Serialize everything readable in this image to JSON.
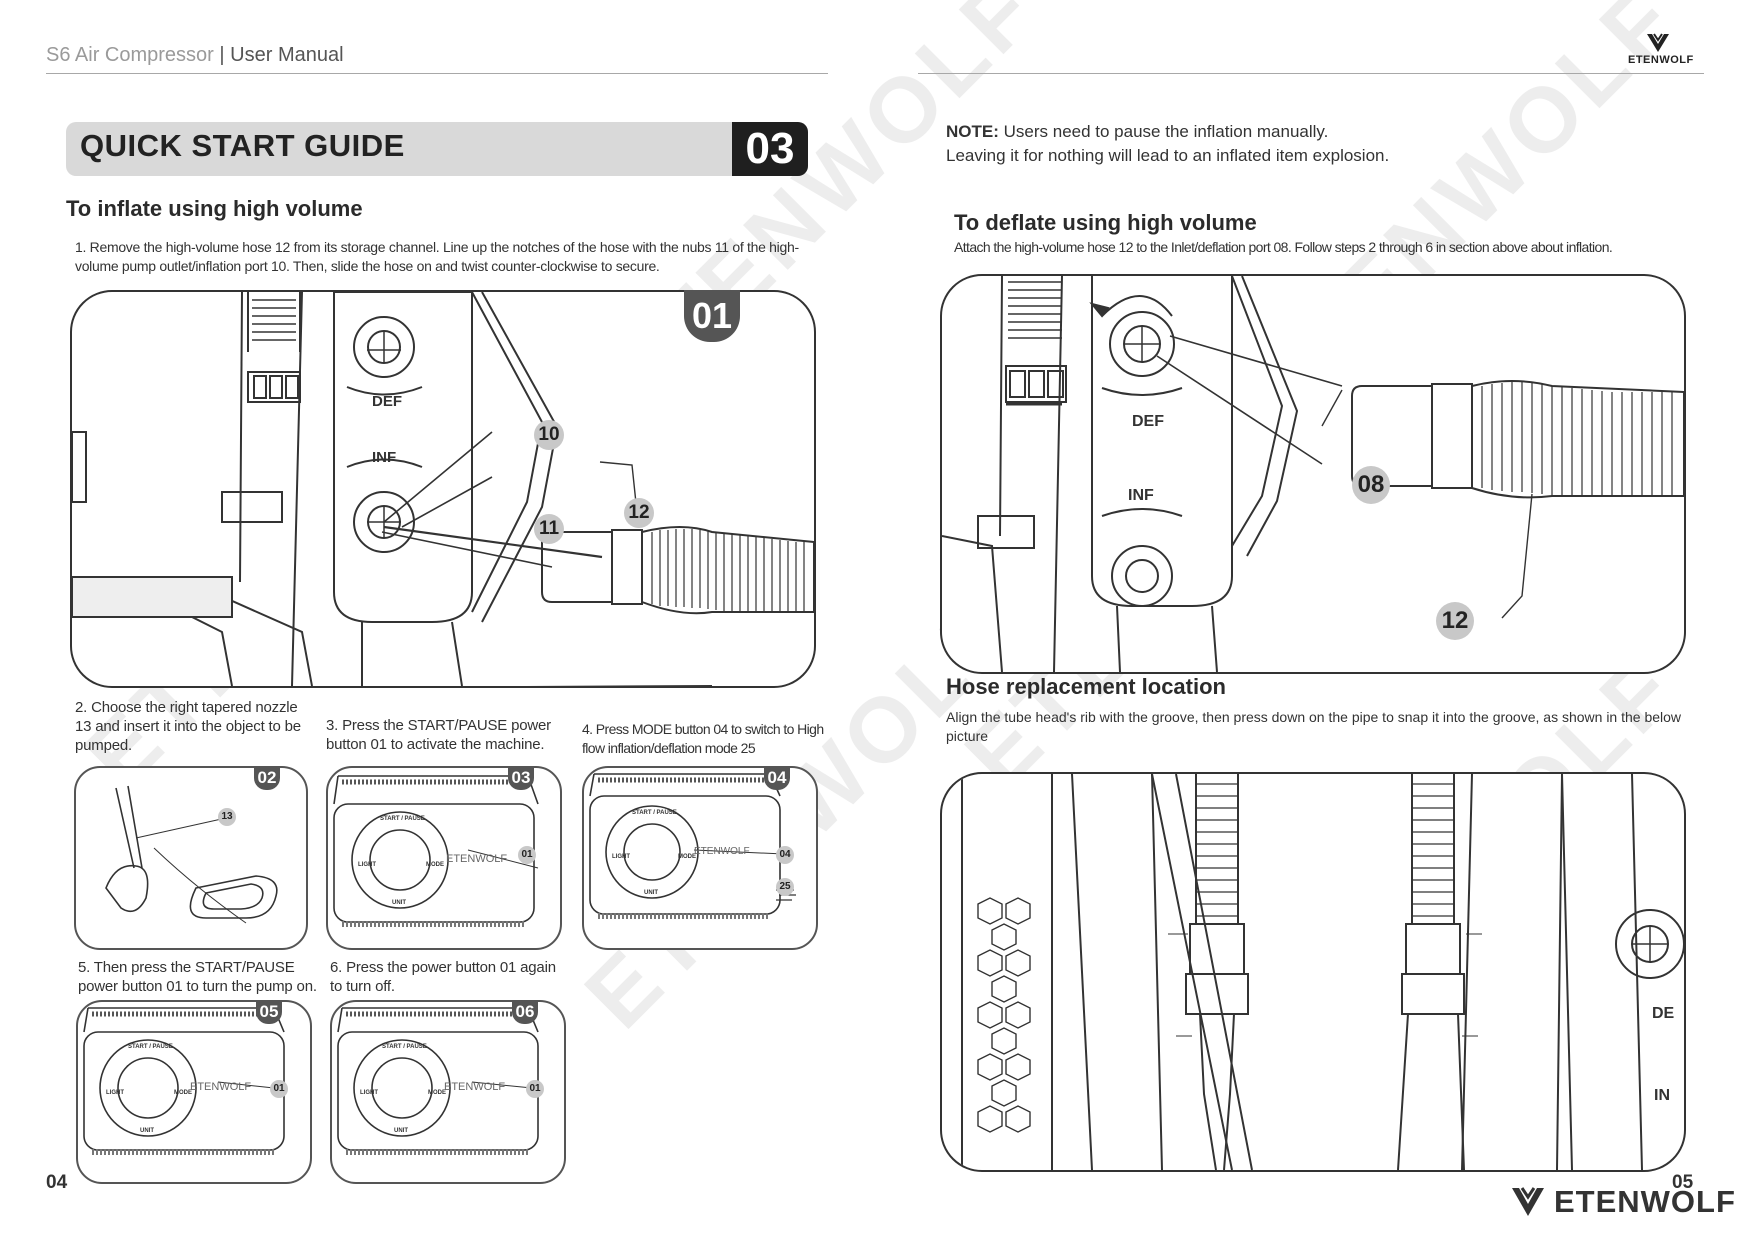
{
  "header": {
    "product": "S6 Air Compressor",
    "separator": "|",
    "doc_type": "User Manual",
    "brand_small": "ETENWOLF"
  },
  "left": {
    "section_title": "QUICK START GUIDE",
    "section_number": "03",
    "inflate_heading": "To inflate using high volume",
    "inflate_step1": "1. Remove the high-volume hose 12 from its storage channel. Line up the notches of the hose with the nubs 11 of the high-volume pump outlet/inflation port 10. Then, slide the hose on and twist counter-clockwise to secure.",
    "fig1": {
      "badge": "01",
      "callouts": [
        "10",
        "11",
        "12"
      ],
      "labels": [
        "DEF",
        "INF"
      ]
    },
    "step2": "2. Choose the right tapered nozzle 13 and insert it into the object to be pumped.",
    "step3": "3. Press the START/PAUSE power button 01 to activate the machine.",
    "step4": "4. Press MODE button 04 to switch to High flow inflation/deflation mode 25",
    "step5": "5. Then press the START/PAUSE power button 01 to turn the pump on.",
    "step6": "6. Press the power button 01 again to turn off.",
    "panels": [
      {
        "badge": "02",
        "callouts": [
          "13"
        ]
      },
      {
        "badge": "03",
        "callouts": [
          "01"
        ],
        "ring_top": "START / PAUSE",
        "ring_left": "LIGHT",
        "ring_right": "MODE",
        "ring_bottom": "UNIT",
        "logo": "ETENWOLF"
      },
      {
        "badge": "04",
        "callouts": [
          "04",
          "25"
        ],
        "ring_top": "START / PAUSE",
        "ring_left": "LIGHT",
        "ring_right": "MODE",
        "ring_bottom": "UNIT",
        "logo": "ETENWOLF"
      },
      {
        "badge": "05",
        "callouts": [
          "01"
        ],
        "ring_top": "START / PAUSE",
        "ring_left": "LIGHT",
        "ring_right": "MODE",
        "ring_bottom": "UNIT",
        "logo": "ETENWOLF"
      },
      {
        "badge": "06",
        "callouts": [
          "01"
        ],
        "ring_top": "START / PAUSE",
        "ring_left": "LIGHT",
        "ring_right": "MODE",
        "ring_bottom": "UNIT",
        "logo": "ETENWOLF"
      }
    ],
    "page_number": "04"
  },
  "right": {
    "note_label": "NOTE:",
    "note_line1": "Users need to pause the inflation manually.",
    "note_line2": "Leaving it for nothing will lead to an inflated item explosion.",
    "deflate_heading": "To deflate using high volume",
    "deflate_text": "Attach the high-volume hose 12 to the Inlet/deflation port 08. Follow steps 2 through 6 in section above about inflation.",
    "fig2": {
      "callouts": [
        "08",
        "12"
      ],
      "labels": [
        "DEF",
        "INF"
      ]
    },
    "hose_heading": "Hose replacement location",
    "hose_text": "Align the tube head's rib with the groove, then press down on the pipe to snap it into the groove, as shown in the below picture",
    "fig3": {
      "labels": [
        "DE",
        "IN"
      ]
    },
    "page_number": "05",
    "brand": "ETENWOLF"
  },
  "watermark": "ETENWOLF"
}
